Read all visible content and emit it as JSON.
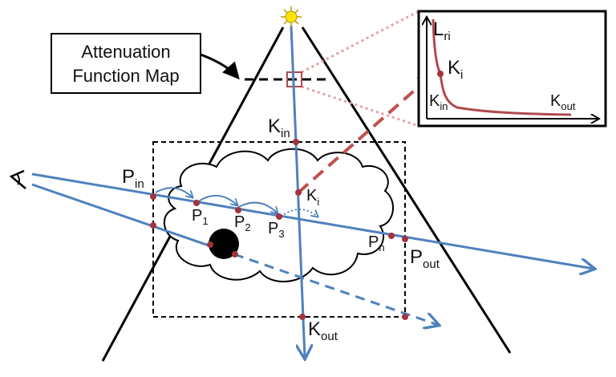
{
  "colors": {
    "ray": "#4f81bd",
    "point": "#a0353c",
    "inset_curve": "#b04a50",
    "dashed_red": "#c0504d",
    "dotted_red": "#e8a0a0",
    "sun": "#ffe400",
    "black": "#000000"
  },
  "icons": {
    "sun": "sun-icon",
    "eye": "eye-icon"
  },
  "map_box": {
    "line1": "Attenuation",
    "line2": "Function Map"
  },
  "labels": {
    "k_in": {
      "base": "K",
      "sub": "in"
    },
    "k_i": {
      "base": "K",
      "sub": "i"
    },
    "k_out": {
      "base": "K",
      "sub": "out"
    },
    "p_in": {
      "base": "P",
      "sub": "in"
    },
    "p_out": {
      "base": "P",
      "sub": "out"
    },
    "p_1": {
      "base": "P",
      "sub": "1"
    },
    "p_2": {
      "base": "P",
      "sub": "2"
    },
    "p_3": {
      "base": "P",
      "sub": "3"
    },
    "p_n": {
      "base": "P",
      "sub": "n"
    }
  },
  "inset": {
    "y_label": {
      "base": "L",
      "sub": "ri"
    },
    "k_i": {
      "base": "K",
      "sub": "i"
    },
    "k_in": {
      "base": "K",
      "sub": "in"
    },
    "k_out": {
      "base": "K",
      "sub": "out"
    }
  }
}
